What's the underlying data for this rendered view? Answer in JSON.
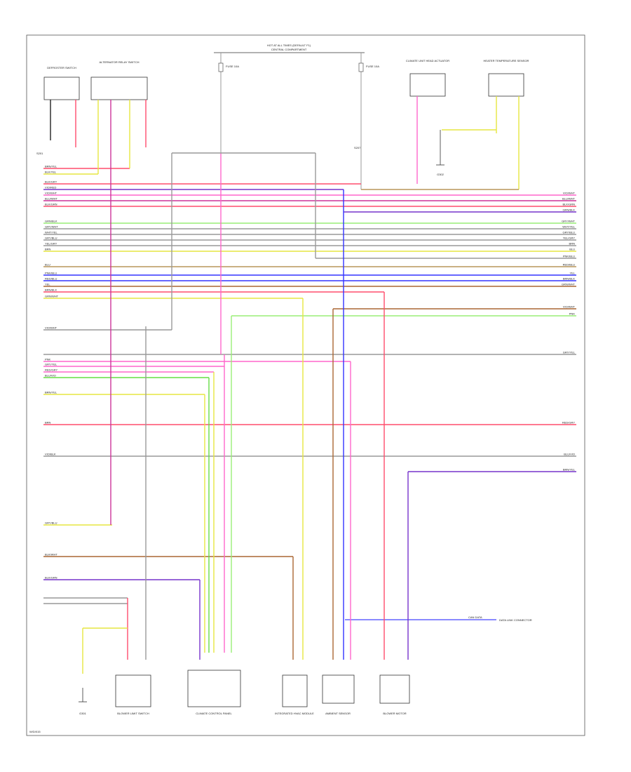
{
  "header": {
    "title_line1": "HOT AT ALL TIMES (DEFAULT F1)",
    "title_line2": "CENTRAL COMPARTMENT"
  },
  "fuses": {
    "left": "FUSE 10A",
    "right": "FUSE 10A"
  },
  "components": {
    "c1": "DEFROSTER SWITCH",
    "c2": "ALTERNATOR RELAY SWITCH",
    "c3": "CLIMATE UNIT HEAD ACTUATOR",
    "c4": "HEATER TEMPERATURE SENSOR",
    "c5": "BLOWER LIMIT SWITCH",
    "c6": "CLIMATE CONTROL PANEL",
    "c7": "INTEGRATED HVAC MODULE",
    "c8": "AMBIENT SENSOR",
    "c9": "BLOWER MOTOR",
    "ground_left": "G301",
    "ground_right": "G302",
    "splice_left": "S201",
    "splice_right": "S207",
    "bus_label": "CAN DATA",
    "bus_to": "DATA LINK CONNECTOR"
  },
  "wire_labels": {
    "w01": "BRN/YEL",
    "w02": "BLK/YEL",
    "w03": "BLK/GRY",
    "w04": "VIO/RED",
    "w05": "VIO/WHT",
    "w06": "BLU/WHT",
    "w07": "BLK/GRN",
    "w08": "GRN/BLK",
    "w09": "GRY/WHT",
    "w10": "WHT/YEL",
    "w11": "GRY/BLU",
    "w12": "YEL/GRY",
    "w13": "BRN",
    "w14": "BLU",
    "w15": "PNK/BLU",
    "w16": "RED/BLU",
    "w17": "YEL",
    "w18": "BRN/BLK",
    "w19": "GRN/WHT",
    "w20": "VIO/WHT",
    "w21": "PNK",
    "w22": "GRY/YEL",
    "w23": "RED/GRY",
    "w24": "BLU/VIO",
    "w25": "BRN/YEL",
    "w26": "BRN",
    "w27": "VIO/BLK",
    "w28": "GRY/BLU",
    "w29": "BLK/WHT",
    "w30": "BLK/GRN"
  },
  "footer": {
    "code": "W/D/015"
  },
  "colors": {
    "red": "#ff4d6d",
    "pink": "#ff66cc",
    "magenta": "#cc3399",
    "blue": "#3333ff",
    "purple": "#7733cc",
    "yellow": "#e6e640",
    "green": "#66dd44",
    "lightgreen": "#99ee77",
    "brown": "#aa6633",
    "tan": "#b8955a",
    "gray": "#999999",
    "black": "#222222"
  }
}
